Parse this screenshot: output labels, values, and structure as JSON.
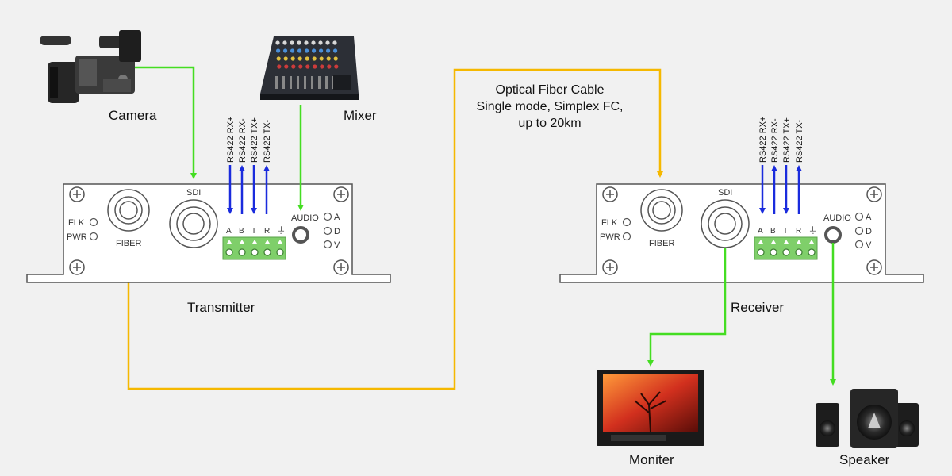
{
  "devices": {
    "camera": "Camera",
    "mixer": "Mixer",
    "transmitter": "Transmitter",
    "receiver": "Receiver",
    "monitor": "Moniter",
    "speaker": "Speaker"
  },
  "cable_note": {
    "line1": "Optical Fiber Cable",
    "line2": "Single mode, Simplex FC,",
    "line3": "up to 20km"
  },
  "panel": {
    "flk": "FLK",
    "pwr": "PWR",
    "fiber": "FIBER",
    "sdi": "SDI",
    "audio": "AUDIO",
    "ind_a": "A",
    "ind_d": "D",
    "ind_v": "V",
    "term_a": "A",
    "term_b": "B",
    "term_t": "T",
    "term_r": "R",
    "term_gnd": "⏚"
  },
  "rs422": [
    "RS422 RX+",
    "RS422 RX-",
    "RS422 TX+",
    "RS422 TX-"
  ],
  "colors": {
    "video": "#44dd22",
    "fiber": "#f5b800",
    "data": "#1a2bdd",
    "panel_stroke": "#555555"
  }
}
